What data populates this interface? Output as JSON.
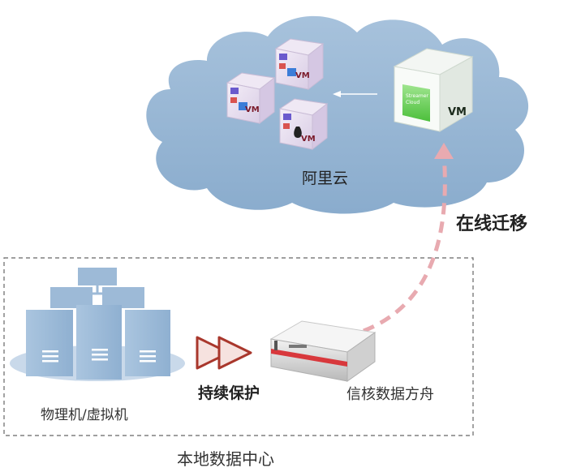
{
  "cloud": {
    "label": "阿里云"
  },
  "migration": {
    "label": "在线迁移"
  },
  "datacenter": {
    "label": "本地数据中心"
  },
  "servers": {
    "label": "物理机/虚拟机"
  },
  "protection": {
    "label": "持续保护"
  },
  "appliance": {
    "label": "信核数据方舟"
  },
  "vm_boxes": [
    {
      "tag": "VM"
    },
    {
      "tag": "VM"
    },
    {
      "tag": "VM"
    }
  ],
  "streamer_vm": {
    "tag": "VM",
    "line1": "Streamer",
    "line2": "Cloud"
  },
  "colors": {
    "cloud": "#93b3d1",
    "server": "#9dbad7",
    "migration_arrow": "#e8aab0",
    "protect_arrow": "#b23a2e",
    "dashed_border": "#666666"
  }
}
